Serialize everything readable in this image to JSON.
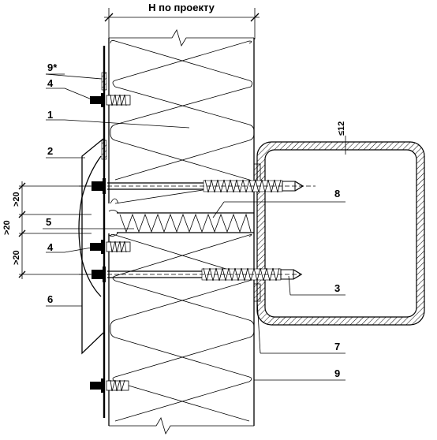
{
  "title": "H по проекту",
  "thickness_label": "≤12",
  "dim_labels": [
    ">20",
    ">20",
    ">20"
  ],
  "callouts": {
    "c9s": "9*",
    "c4a": "4",
    "c1": "1",
    "c2": "2",
    "c5": "5",
    "c4b": "4",
    "c6": "6",
    "c8": "8",
    "c3": "3",
    "c7": "7",
    "c9": "9"
  }
}
